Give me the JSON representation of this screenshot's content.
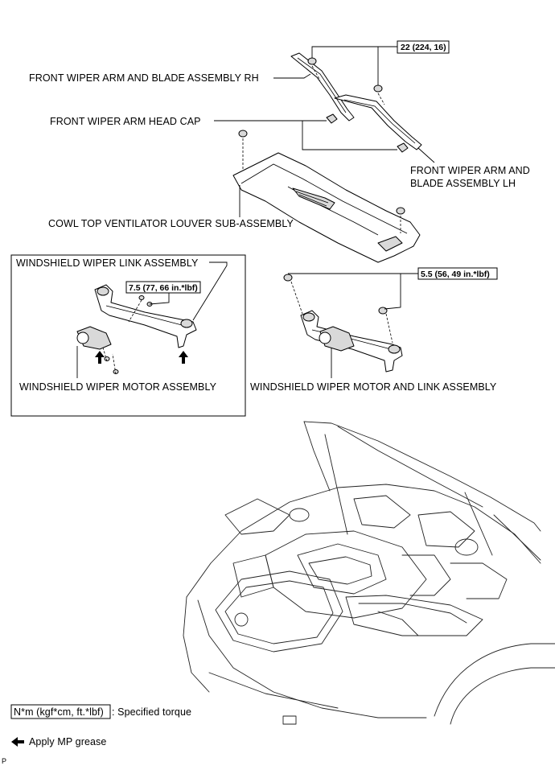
{
  "labels": {
    "arm_rh": "FRONT WIPER ARM AND BLADE ASSEMBLY RH",
    "head_cap": "FRONT WIPER ARM HEAD CAP",
    "arm_lh_line1": "FRONT WIPER ARM AND",
    "arm_lh_line2": "BLADE ASSEMBLY LH",
    "cowl": "COWL TOP VENTILATOR LOUVER SUB-ASSEMBLY",
    "link_assy": "WINDSHIELD WIPER LINK ASSEMBLY",
    "motor_assy": "WINDSHIELD WIPER MOTOR ASSEMBLY",
    "motor_link_assy": "WINDSHIELD WIPER MOTOR AND LINK ASSEMBLY"
  },
  "torques": {
    "arm_nut": "22 (224, 16)",
    "link_bolt": "7.5 (77, 66 in.*lbf)",
    "motor_link_bolt": "5.5 (56, 49 in.*lbf)"
  },
  "legend": {
    "torque_unit": "N*m (kgf*cm, ft.*lbf)",
    "torque_desc": ": Specified torque",
    "grease": "Apply MP grease"
  },
  "corner_mark": "P"
}
